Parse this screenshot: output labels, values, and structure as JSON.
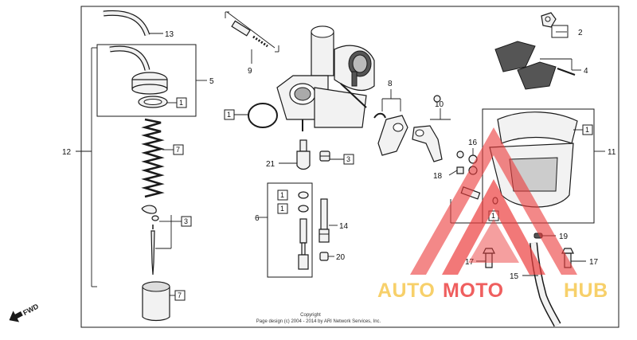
{
  "callouts": {
    "c1": "1",
    "c2": "2",
    "c3": "3",
    "c4": "4",
    "c5": "5",
    "c6": "6",
    "c7": "7",
    "c8": "8",
    "c9": "9",
    "c10": "10",
    "c11": "11",
    "c12": "12",
    "c13": "13",
    "c14": "14",
    "c15": "15",
    "c16": "16",
    "c17": "17",
    "c18": "18",
    "c19": "19",
    "c20": "20",
    "c21": "21"
  },
  "fwd_label": "FWD",
  "copyright": {
    "line1": "Copyright",
    "line2": "Page design (c) 2004 - 2014 by ARI Network Services, Inc."
  },
  "watermark": {
    "part1": "AUTO",
    "part2": "MOTO",
    "part3": "HUB",
    "color_yellow": "#f6c64a",
    "color_red": "#ec3d3d"
  }
}
